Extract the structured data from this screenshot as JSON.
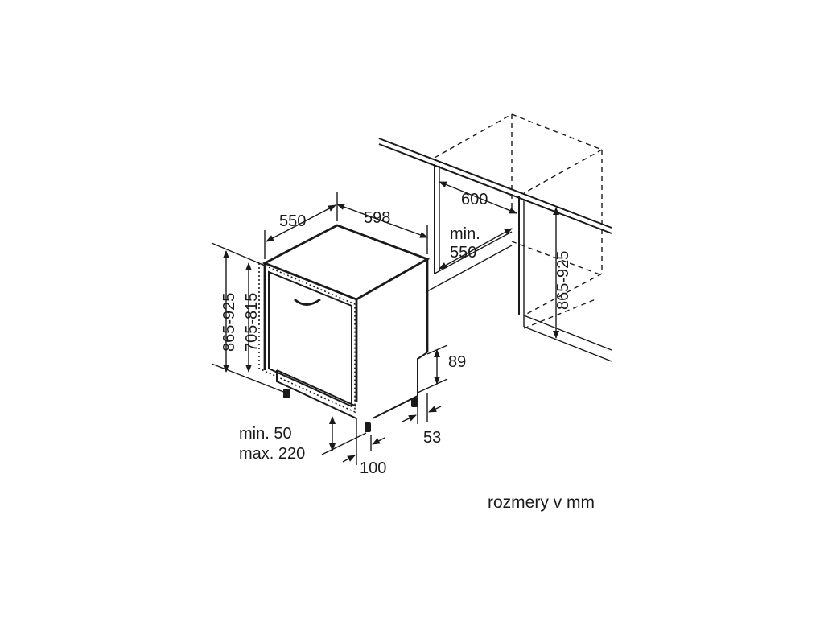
{
  "diagram": {
    "dimensions": {
      "width": "598",
      "depth": "550",
      "niche_width": "600",
      "niche_depth_label_1": "min.",
      "niche_depth_label_2": "550",
      "height_total": "865-925",
      "height_door": "705-815",
      "niche_height": "865-925",
      "plinth_height": "89",
      "foot_offset": "53",
      "plinth_label_1": "min. 50",
      "plinth_label_2": "max. 220",
      "plinth_depth": "100"
    },
    "unit_note": "rozmery v mm"
  }
}
